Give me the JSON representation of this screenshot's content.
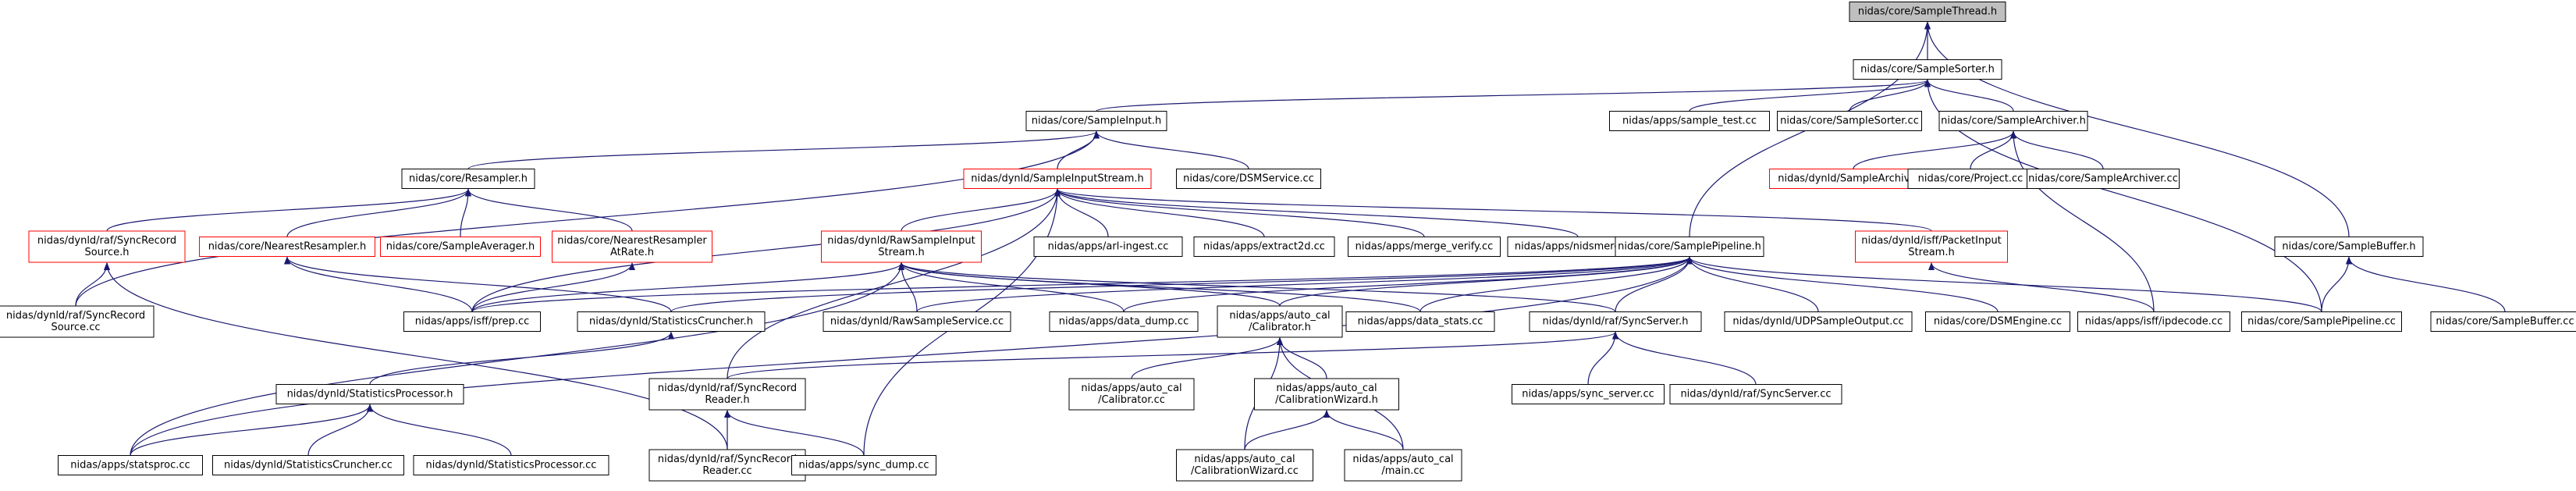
{
  "graph": {
    "colors": {
      "edge": "#191970",
      "box_normal": "#000000",
      "box_truncated": "#ff0000",
      "box_focus_fill": "#bfbfbf",
      "text": "#000000"
    },
    "nodes": [
      {
        "id": "n_sample_thread_h",
        "lines": [
          "nidas/core/SampleThread.h"
        ],
        "style": "focus"
      },
      {
        "id": "n_sample_sorter_h",
        "lines": [
          "nidas/core/SampleSorter.h"
        ],
        "style": "normal"
      },
      {
        "id": "n_sample_input_h",
        "lines": [
          "nidas/core/SampleInput.h"
        ],
        "style": "normal"
      },
      {
        "id": "n_sample_test_cc",
        "lines": [
          "nidas/apps/sample_test.cc"
        ],
        "style": "normal"
      },
      {
        "id": "n_sample_sorter_cc",
        "lines": [
          "nidas/core/SampleSorter.cc"
        ],
        "style": "normal"
      },
      {
        "id": "n_sample_archiver_h",
        "lines": [
          "nidas/core/SampleArchiver.h"
        ],
        "style": "normal"
      },
      {
        "id": "n_resampler_h",
        "lines": [
          "nidas/core/Resampler.h"
        ],
        "style": "normal"
      },
      {
        "id": "n_sample_input_stream_h",
        "lines": [
          "nidas/dynld/SampleInputStream.h"
        ],
        "style": "truncated"
      },
      {
        "id": "n_dsm_service_cc",
        "lines": [
          "nidas/core/DSMService.cc"
        ],
        "style": "normal"
      },
      {
        "id": "n_dynld_sample_archiver_h",
        "lines": [
          "nidas/dynld/SampleArchiver.h"
        ],
        "style": "truncated"
      },
      {
        "id": "n_project_cc",
        "lines": [
          "nidas/core/Project.cc"
        ],
        "style": "normal"
      },
      {
        "id": "n_sample_archiver_cc",
        "lines": [
          "nidas/core/SampleArchiver.cc"
        ],
        "style": "normal"
      },
      {
        "id": "n_sync_record_source_h",
        "lines": [
          "nidas/dynld/raf/SyncRecord",
          "Source.h"
        ],
        "style": "truncated"
      },
      {
        "id": "n_nearest_resampler_h",
        "lines": [
          "nidas/core/NearestResampler.h"
        ],
        "style": "truncated"
      },
      {
        "id": "n_sample_averager_h",
        "lines": [
          "nidas/core/SampleAverager.h"
        ],
        "style": "truncated"
      },
      {
        "id": "n_nearest_resampler_atrate_h",
        "lines": [
          "nidas/core/NearestResampler",
          "AtRate.h"
        ],
        "style": "truncated"
      },
      {
        "id": "n_raw_sample_input_stream_h",
        "lines": [
          "nidas/dynld/RawSampleInput",
          "Stream.h"
        ],
        "style": "truncated"
      },
      {
        "id": "n_arl_ingest_cc",
        "lines": [
          "nidas/apps/arl-ingest.cc"
        ],
        "style": "normal"
      },
      {
        "id": "n_extract2d_cc",
        "lines": [
          "nidas/apps/extract2d.cc"
        ],
        "style": "normal"
      },
      {
        "id": "n_merge_verify_cc",
        "lines": [
          "nidas/apps/merge_verify.cc"
        ],
        "style": "normal"
      },
      {
        "id": "n_nidsmerge_cc",
        "lines": [
          "nidas/apps/nidsmerge.cc"
        ],
        "style": "normal"
      },
      {
        "id": "n_sample_pipeline_h",
        "lines": [
          "nidas/core/SamplePipeline.h"
        ],
        "style": "normal"
      },
      {
        "id": "n_packet_input_stream_h",
        "lines": [
          "nidas/dynld/isff/PacketInput",
          "Stream.h"
        ],
        "style": "truncated"
      },
      {
        "id": "n_sample_buffer_h",
        "lines": [
          "nidas/core/SampleBuffer.h"
        ],
        "style": "normal"
      },
      {
        "id": "n_sync_record_source_cc",
        "lines": [
          "nidas/dynld/raf/SyncRecord",
          "Source.cc"
        ],
        "style": "normal"
      },
      {
        "id": "n_prep_cc",
        "lines": [
          "nidas/apps/isff/prep.cc"
        ],
        "style": "normal"
      },
      {
        "id": "n_statistics_cruncher_h",
        "lines": [
          "nidas/dynld/StatisticsCruncher.h"
        ],
        "style": "normal"
      },
      {
        "id": "n_raw_sample_service_cc",
        "lines": [
          "nidas/dynld/RawSampleService.cc"
        ],
        "style": "normal"
      },
      {
        "id": "n_data_dump_cc",
        "lines": [
          "nidas/apps/data_dump.cc"
        ],
        "style": "normal"
      },
      {
        "id": "n_auto_cal_calibrator_h",
        "lines": [
          "nidas/apps/auto_cal",
          "/Calibrator.h"
        ],
        "style": "normal"
      },
      {
        "id": "n_data_stats_cc",
        "lines": [
          "nidas/apps/data_stats.cc"
        ],
        "style": "normal"
      },
      {
        "id": "n_sync_server_h",
        "lines": [
          "nidas/dynld/raf/SyncServer.h"
        ],
        "style": "normal"
      },
      {
        "id": "n_udp_sample_output_cc",
        "lines": [
          "nidas/dynld/UDPSampleOutput.cc"
        ],
        "style": "normal"
      },
      {
        "id": "n_dsm_engine_cc",
        "lines": [
          "nidas/core/DSMEngine.cc"
        ],
        "style": "normal"
      },
      {
        "id": "n_ipdecode_cc",
        "lines": [
          "nidas/apps/isff/ipdecode.cc"
        ],
        "style": "normal"
      },
      {
        "id": "n_sample_pipeline_cc",
        "lines": [
          "nidas/core/SamplePipeline.cc"
        ],
        "style": "normal"
      },
      {
        "id": "n_sample_buffer_cc",
        "lines": [
          "nidas/core/SampleBuffer.cc"
        ],
        "style": "normal"
      },
      {
        "id": "n_statistics_processor_h",
        "lines": [
          "nidas/dynld/StatisticsProcessor.h"
        ],
        "style": "normal"
      },
      {
        "id": "n_sync_record_reader_h",
        "lines": [
          "nidas/dynld/raf/SyncRecord",
          "Reader.h"
        ],
        "style": "normal"
      },
      {
        "id": "n_auto_cal_calibrator_cc",
        "lines": [
          "nidas/apps/auto_cal",
          "/Calibrator.cc"
        ],
        "style": "normal"
      },
      {
        "id": "n_calibration_wizard_h",
        "lines": [
          "nidas/apps/auto_cal",
          "/CalibrationWizard.h"
        ],
        "style": "normal"
      },
      {
        "id": "n_sync_server_app_cc",
        "lines": [
          "nidas/apps/sync_server.cc"
        ],
        "style": "normal"
      },
      {
        "id": "n_sync_server_cc",
        "lines": [
          "nidas/dynld/raf/SyncServer.cc"
        ],
        "style": "normal"
      },
      {
        "id": "n_statsproc_cc",
        "lines": [
          "nidas/apps/statsproc.cc"
        ],
        "style": "normal"
      },
      {
        "id": "n_statistics_cruncher_cc",
        "lines": [
          "nidas/dynld/StatisticsCruncher.cc"
        ],
        "style": "normal"
      },
      {
        "id": "n_statistics_processor_cc",
        "lines": [
          "nidas/dynld/StatisticsProcessor.cc"
        ],
        "style": "normal"
      },
      {
        "id": "n_sync_record_reader_cc",
        "lines": [
          "nidas/dynld/raf/SyncRecord",
          "Reader.cc"
        ],
        "style": "normal"
      },
      {
        "id": "n_sync_dump_cc",
        "lines": [
          "nidas/apps/sync_dump.cc"
        ],
        "style": "normal"
      },
      {
        "id": "n_calibration_wizard_cc",
        "lines": [
          "nidas/apps/auto_cal",
          "/CalibrationWizard.cc"
        ],
        "style": "normal"
      },
      {
        "id": "n_auto_cal_main_cc",
        "lines": [
          "nidas/apps/auto_cal",
          "/main.cc"
        ],
        "style": "normal"
      }
    ],
    "edges": [
      [
        "n_sample_thread_h",
        "n_sample_sorter_h"
      ],
      [
        "n_sample_thread_h",
        "n_sample_pipeline_h"
      ],
      [
        "n_sample_thread_h",
        "n_sample_buffer_h"
      ],
      [
        "n_sample_sorter_h",
        "n_sample_input_h"
      ],
      [
        "n_sample_sorter_h",
        "n_sample_test_cc"
      ],
      [
        "n_sample_sorter_h",
        "n_sample_sorter_cc"
      ],
      [
        "n_sample_sorter_h",
        "n_sample_archiver_h"
      ],
      [
        "n_sample_sorter_h",
        "n_sample_pipeline_cc"
      ],
      [
        "n_sample_input_h",
        "n_resampler_h"
      ],
      [
        "n_sample_input_h",
        "n_sample_input_stream_h"
      ],
      [
        "n_sample_input_h",
        "n_dsm_service_cc"
      ],
      [
        "n_sample_input_h",
        "n_sync_record_source_cc"
      ],
      [
        "n_sample_archiver_h",
        "n_dynld_sample_archiver_h"
      ],
      [
        "n_sample_archiver_h",
        "n_project_cc"
      ],
      [
        "n_sample_archiver_h",
        "n_sample_archiver_cc"
      ],
      [
        "n_sample_archiver_h",
        "n_ipdecode_cc"
      ],
      [
        "n_resampler_h",
        "n_sync_record_source_h"
      ],
      [
        "n_resampler_h",
        "n_nearest_resampler_h"
      ],
      [
        "n_resampler_h",
        "n_sample_averager_h"
      ],
      [
        "n_resampler_h",
        "n_nearest_resampler_atrate_h"
      ],
      [
        "n_sample_input_stream_h",
        "n_raw_sample_input_stream_h"
      ],
      [
        "n_sample_input_stream_h",
        "n_arl_ingest_cc"
      ],
      [
        "n_sample_input_stream_h",
        "n_extract2d_cc"
      ],
      [
        "n_sample_input_stream_h",
        "n_merge_verify_cc"
      ],
      [
        "n_sample_input_stream_h",
        "n_nidsmerge_cc"
      ],
      [
        "n_sample_input_stream_h",
        "n_packet_input_stream_h"
      ],
      [
        "n_sample_input_stream_h",
        "n_prep_cc"
      ],
      [
        "n_sample_input_stream_h",
        "n_sync_record_reader_h"
      ],
      [
        "n_sample_input_stream_h",
        "n_sync_dump_cc"
      ],
      [
        "n_sync_record_source_h",
        "n_sync_record_source_cc"
      ],
      [
        "n_sync_record_source_h",
        "n_sync_record_reader_cc"
      ],
      [
        "n_nearest_resampler_h",
        "n_prep_cc"
      ],
      [
        "n_nearest_resampler_h",
        "n_statistics_cruncher_h"
      ],
      [
        "n_nearest_resampler_atrate_h",
        "n_prep_cc"
      ],
      [
        "n_raw_sample_input_stream_h",
        "n_prep_cc"
      ],
      [
        "n_raw_sample_input_stream_h",
        "n_raw_sample_service_cc"
      ],
      [
        "n_raw_sample_input_stream_h",
        "n_data_dump_cc"
      ],
      [
        "n_raw_sample_input_stream_h",
        "n_auto_cal_calibrator_h"
      ],
      [
        "n_raw_sample_input_stream_h",
        "n_data_stats_cc"
      ],
      [
        "n_raw_sample_input_stream_h",
        "n_sync_server_h"
      ],
      [
        "n_raw_sample_input_stream_h",
        "n_statsproc_cc"
      ],
      [
        "n_packet_input_stream_h",
        "n_ipdecode_cc"
      ],
      [
        "n_sample_pipeline_h",
        "n_prep_cc"
      ],
      [
        "n_sample_pipeline_h",
        "n_statistics_cruncher_h"
      ],
      [
        "n_sample_pipeline_h",
        "n_raw_sample_service_cc"
      ],
      [
        "n_sample_pipeline_h",
        "n_data_dump_cc"
      ],
      [
        "n_sample_pipeline_h",
        "n_auto_cal_calibrator_h"
      ],
      [
        "n_sample_pipeline_h",
        "n_data_stats_cc"
      ],
      [
        "n_sample_pipeline_h",
        "n_sync_server_h"
      ],
      [
        "n_sample_pipeline_h",
        "n_udp_sample_output_cc"
      ],
      [
        "n_sample_pipeline_h",
        "n_dsm_engine_cc"
      ],
      [
        "n_sample_pipeline_h",
        "n_sample_pipeline_cc"
      ],
      [
        "n_sample_pipeline_h",
        "n_statsproc_cc"
      ],
      [
        "n_sample_buffer_h",
        "n_sample_pipeline_cc"
      ],
      [
        "n_sample_buffer_h",
        "n_sample_buffer_cc"
      ],
      [
        "n_statistics_cruncher_h",
        "n_statistics_processor_h"
      ],
      [
        "n_auto_cal_calibrator_h",
        "n_auto_cal_calibrator_cc"
      ],
      [
        "n_auto_cal_calibrator_h",
        "n_calibration_wizard_h"
      ],
      [
        "n_auto_cal_calibrator_h",
        "n_calibration_wizard_cc"
      ],
      [
        "n_auto_cal_calibrator_h",
        "n_auto_cal_main_cc"
      ],
      [
        "n_sync_server_h",
        "n_sync_record_reader_h"
      ],
      [
        "n_sync_server_h",
        "n_sync_server_app_cc"
      ],
      [
        "n_sync_server_h",
        "n_sync_server_cc"
      ],
      [
        "n_statistics_processor_h",
        "n_statsproc_cc"
      ],
      [
        "n_statistics_processor_h",
        "n_statistics_cruncher_cc"
      ],
      [
        "n_statistics_processor_h",
        "n_statistics_processor_cc"
      ],
      [
        "n_sync_record_reader_h",
        "n_sync_record_reader_cc"
      ],
      [
        "n_sync_record_reader_h",
        "n_sync_dump_cc"
      ],
      [
        "n_calibration_wizard_h",
        "n_calibration_wizard_cc"
      ],
      [
        "n_calibration_wizard_h",
        "n_auto_cal_main_cc"
      ]
    ]
  }
}
